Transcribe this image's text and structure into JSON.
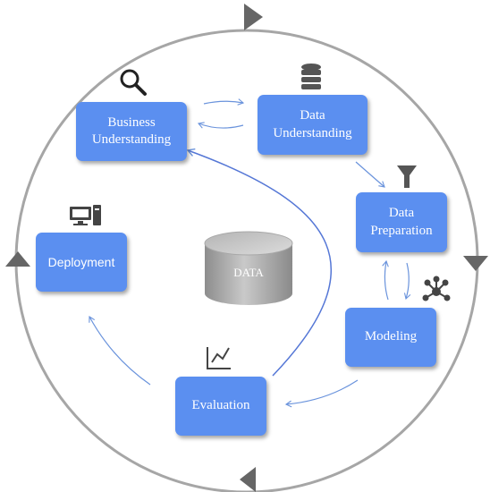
{
  "diagram": {
    "center_label": "DATA",
    "phases": {
      "business_understanding": {
        "line1": "Business",
        "line2": "Understanding"
      },
      "data_understanding": {
        "line1": "Data",
        "line2": "Understanding"
      },
      "data_preparation": {
        "line1": "Data",
        "line2": "Preparation"
      },
      "modeling": {
        "label": "Modeling"
      },
      "evaluation": {
        "label": "Evaluation"
      },
      "deployment": {
        "label": "Deployment"
      }
    },
    "icons": {
      "business_understanding": "magnifier-icon",
      "data_understanding": "database-icon",
      "data_preparation": "filter-icon",
      "modeling": "network-icon",
      "evaluation": "line-chart-icon",
      "deployment": "computer-icon"
    },
    "colors": {
      "box": "#5b8ff0",
      "arrow": "#6a93dc",
      "outer_circle": "#a6a6a6",
      "outer_arrow": "#666666"
    }
  }
}
